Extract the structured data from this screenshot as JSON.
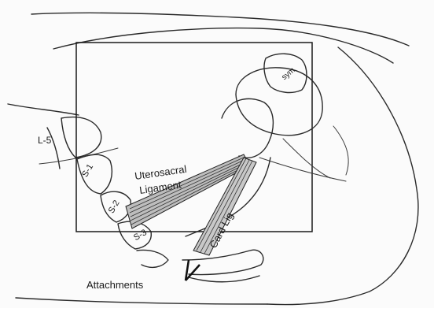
{
  "labels": {
    "vertebra_l5": "L-5",
    "sacrum_s1": "S-1",
    "sacrum_s2": "S-2",
    "sacrum_s3": "S-3",
    "uterosacral_1": "Uterosacral",
    "uterosacral_2": "Ligament",
    "cardinal": "Card Lig",
    "attachments": "Attachments",
    "symphysis": "sym"
  }
}
